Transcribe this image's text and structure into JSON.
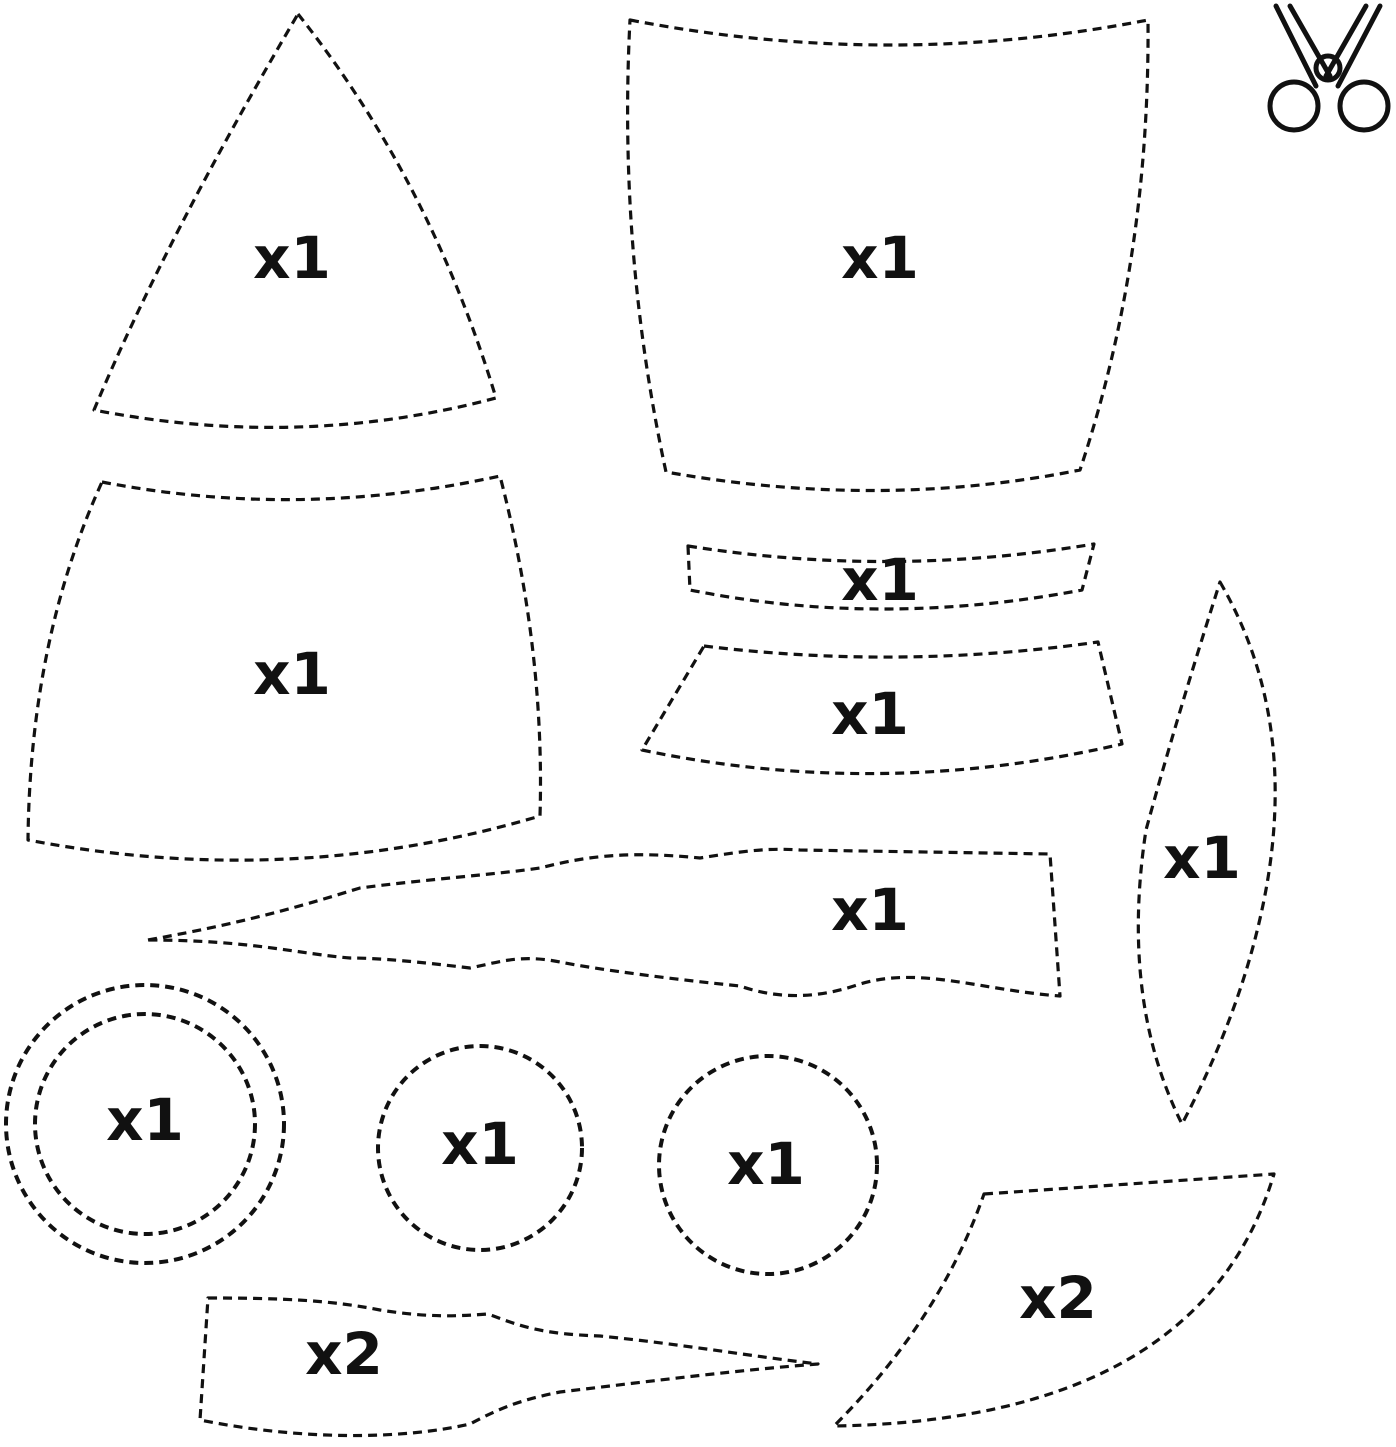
{
  "pieces": [
    {
      "name": "piece-tip-triangle",
      "label": "x1"
    },
    {
      "name": "piece-upper-trapezoid",
      "label": "x1"
    },
    {
      "name": "piece-lower-trapezoid",
      "label": "x1"
    },
    {
      "name": "piece-thin-band",
      "label": "x1"
    },
    {
      "name": "piece-medium-band",
      "label": "x1"
    },
    {
      "name": "piece-long-flame",
      "label": "x1"
    },
    {
      "name": "piece-lens",
      "label": "x1"
    },
    {
      "name": "piece-double-circle",
      "label": "x1"
    },
    {
      "name": "piece-circle-small",
      "label": "x1"
    },
    {
      "name": "piece-circle-large",
      "label": "x1"
    },
    {
      "name": "piece-short-flame",
      "label": "x2"
    },
    {
      "name": "piece-fin",
      "label": "x2"
    }
  ],
  "icons": {
    "cut_icon": "scissors-icon"
  }
}
